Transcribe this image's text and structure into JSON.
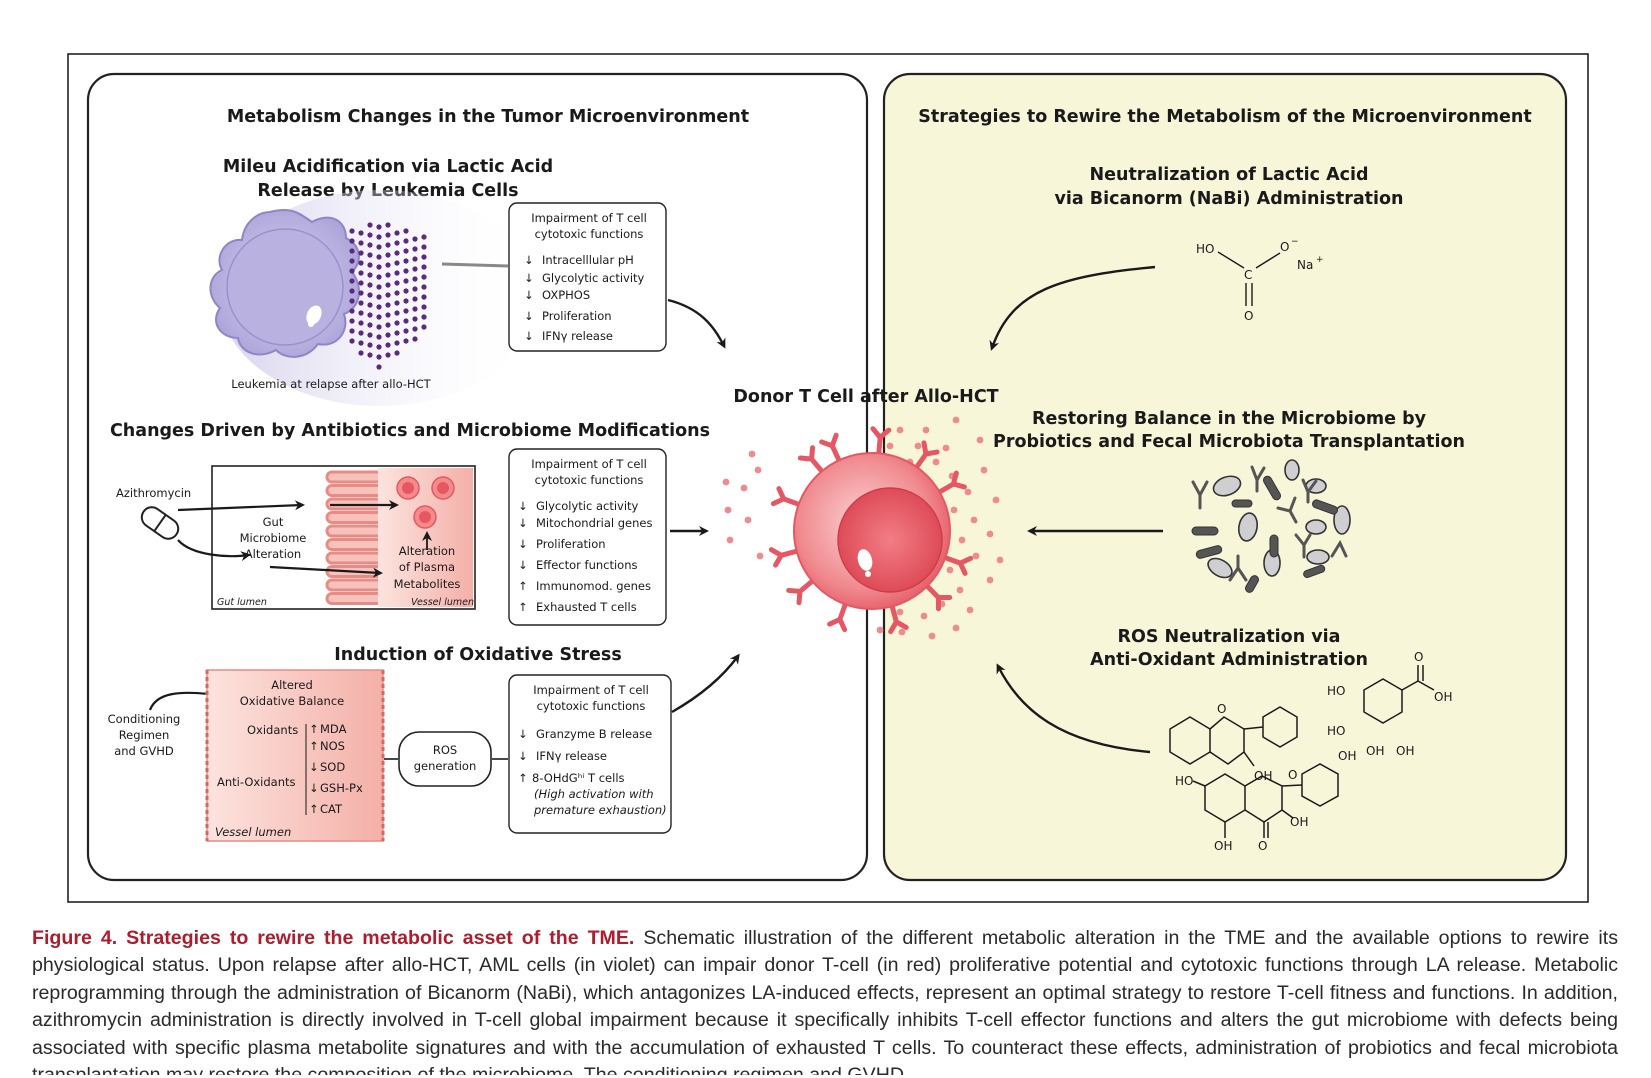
{
  "left_panel": {
    "title": "Metabolism Changes in the Tumor Microenvironment",
    "section1": {
      "title_line1": "Mileu Acidification via Lactic Acid",
      "title_line2": "Release by Leukemia Cells",
      "cell_label": "Leukemia at relapse after allo-HCT",
      "box_title_line1": "Impairment of T cell",
      "box_title_line2": "cytotoxic functions",
      "items": [
        {
          "arrow": "down",
          "text": "Intracelllular pH"
        },
        {
          "arrow": "down",
          "text": "Glycolytic activity"
        },
        {
          "arrow": "down",
          "text": "OXPHOS"
        },
        {
          "arrow": "down",
          "text": "Proliferation"
        },
        {
          "arrow": "down",
          "text": "IFNγ release"
        }
      ]
    },
    "section2": {
      "title": "Changes Driven by Antibiotics and Microbiome Modifications",
      "drug_label": "Azithromycin",
      "gut_line1": "Gut",
      "gut_line2": "Microbiome",
      "gut_line3": "Alteration",
      "plasma_line1": "Alteration",
      "plasma_line2": "of Plasma",
      "plasma_line3": "Metabolites",
      "gut_lumen": "Gut lumen",
      "vessel_lumen": "Vessel lumen",
      "box_title_line1": "Impairment of T cell",
      "box_title_line2": "cytotoxic functions",
      "items": [
        {
          "arrow": "down",
          "text": "Glycolytic activity"
        },
        {
          "arrow": "down",
          "text": "Mitochondrial genes"
        },
        {
          "arrow": "down",
          "text": "Proliferation"
        },
        {
          "arrow": "down",
          "text": "Effector functions"
        },
        {
          "arrow": "up",
          "text": "Immunomod. genes"
        },
        {
          "arrow": "up",
          "text": "Exhausted T cells"
        }
      ]
    },
    "section3": {
      "title": "Induction of Oxidative Stress",
      "conditioning_line1": "Conditioning",
      "conditioning_line2": "Regimen",
      "conditioning_line3": "and GVHD",
      "altered_line1": "Altered",
      "altered_line2": "Oxidative Balance",
      "oxidants_label": "Oxidants",
      "oxidants": [
        {
          "arrow": "up",
          "text": "MDA"
        },
        {
          "arrow": "up",
          "text": "NOS"
        }
      ],
      "antioxidants_label": "Anti-Oxidants",
      "antioxidants": [
        {
          "arrow": "down",
          "text": "SOD"
        },
        {
          "arrow": "down",
          "text": "GSH-Px"
        },
        {
          "arrow": "up",
          "text": "CAT"
        }
      ],
      "vessel_lumen": "Vessel lumen",
      "ros_line1": "ROS",
      "ros_line2": "generation",
      "box_title_line1": "Impairment of T cell",
      "box_title_line2": "cytotoxic functions",
      "items": [
        {
          "arrow": "down",
          "text": "Granzyme B release"
        },
        {
          "arrow": "down",
          "text": "IFNγ release"
        },
        {
          "arrow": "up",
          "text": "8-OHdGʰⁱ T cells"
        }
      ],
      "note_line1": "(High activation with",
      "note_line2": "premature exhaustion)"
    }
  },
  "center": {
    "tcell_label": "Donor T Cell after Allo-HCT"
  },
  "right_panel": {
    "title": "Strategies to Rewire the Metabolism of the Microenvironment",
    "strategy1_line1": "Neutralization of Lactic Acid",
    "strategy1_line2": "via Bicanorm (NaBi) Administration",
    "chem_ho": "HO",
    "chem_c": "C",
    "chem_o_minus": "O",
    "chem_minus": "−",
    "chem_na": "Na",
    "chem_plus": "+",
    "chem_o": "O",
    "strategy2_line1": "Restoring Balance in the Microbiome by",
    "strategy2_line2": "Probiotics and Fecal Microbiota Transplantation",
    "strategy3_line1": "ROS Neutralization via",
    "strategy3_line2": "Anti-Oxidant Administration",
    "chem_labels": {
      "o": "O",
      "oh": "OH",
      "ho": "HO"
    }
  },
  "caption": {
    "title": "Figure 4. Strategies to rewire the metabolic asset of the TME.",
    "body": "Schematic illustration of the different metabolic alteration in the TME and the available options to rewire its physiological status. Upon relapse after allo-HCT, AML cells (in violet) can impair donor T-cell (in red) proliferative potential and cytotoxic functions through LA release. Metabolic reprogramming through the administration of Bicanorm (NaBi), which antagonizes LA-induced effects, represent an optimal strategy to restore T-cell fitness and functions. In addition, azithromycin administration is directly involved in T-cell global impairment because it specifically inhibits T-cell effector functions and alters the gut microbiome with defects being associated with specific plasma metabolite signatures and with the accumulation of exhausted T cells. To counteract these effects, administration of probiotics and fecal microbiota transplantation may restore the composition of the microbiome. The conditioning regimen and GVHD"
  },
  "colors": {
    "caption_title": "#b01c2e",
    "right_panel_bg": "#f8f6d9",
    "tcell": "#e85a64",
    "leukemia": "#b8b0de",
    "dots_purple": "#5a2a7e",
    "gut_pink": "#f2a9a0"
  }
}
